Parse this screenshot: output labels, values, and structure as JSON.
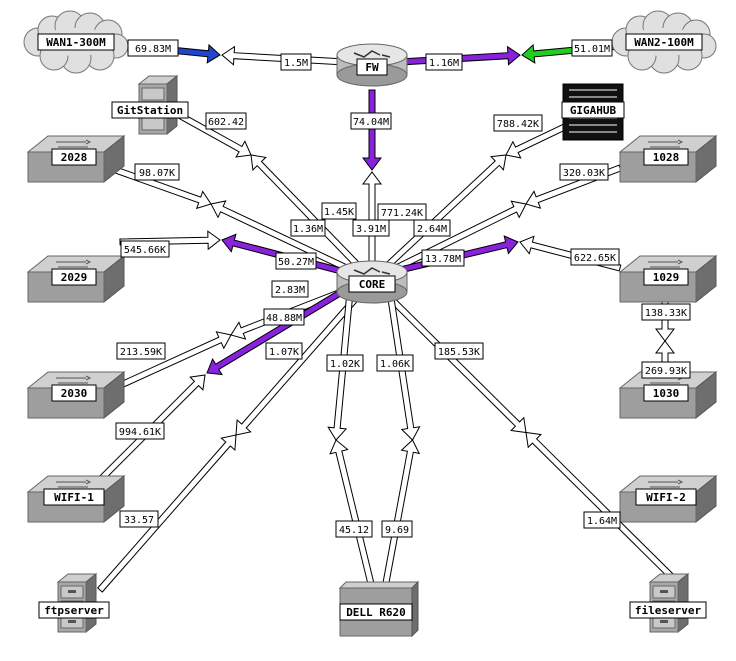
{
  "nodes": {
    "wan1": {
      "label": "WAN1-300M",
      "icon": "cloud-icon"
    },
    "wan2": {
      "label": "WAN2-100M",
      "icon": "cloud-icon"
    },
    "fw": {
      "label": "FW",
      "icon": "router-icon"
    },
    "core": {
      "label": "CORE",
      "icon": "router-icon"
    },
    "gitstation": {
      "label": "GitStation",
      "icon": "server-cabinet-icon"
    },
    "gigahub": {
      "label": "GIGAHUB",
      "icon": "hub-icon"
    },
    "sw2028": {
      "label": "2028",
      "icon": "switch-icon"
    },
    "sw1028": {
      "label": "1028",
      "icon": "switch-icon"
    },
    "sw2029": {
      "label": "2029",
      "icon": "switch-icon"
    },
    "sw1029": {
      "label": "1029",
      "icon": "switch-icon"
    },
    "sw2030": {
      "label": "2030",
      "icon": "switch-icon"
    },
    "sw1030": {
      "label": "1030",
      "icon": "switch-icon"
    },
    "wifi1": {
      "label": "WIFI-1",
      "icon": "switch-icon"
    },
    "wifi2": {
      "label": "WIFI-2",
      "icon": "switch-icon"
    },
    "ftpserver": {
      "label": "ftpserver",
      "icon": "server-cabinet-icon"
    },
    "dell": {
      "label": "DELL R620",
      "icon": "server-box-icon"
    },
    "fileserver": {
      "label": "fileserver",
      "icon": "server-cabinet-icon"
    }
  },
  "links": {
    "wan1_fw_in": "69.83M",
    "wan1_fw_out": "1.5M",
    "wan2_fw_in": "51.01M",
    "wan2_fw_out": "1.16M",
    "fw_core": "74.04M",
    "core_fw": "3.91M",
    "git_in": "602.42",
    "git_out": "1.45K",
    "gigahub_in": "788.42K",
    "gigahub_out": "771.24K",
    "sw2028_in": "98.07K",
    "sw2028_out": "1.36M",
    "sw1028_in": "320.03K",
    "sw1028_out": "2.64M",
    "sw2029_in": "545.66K",
    "sw2029_out": "50.27M",
    "sw1029_in": "622.65K",
    "sw1029_out": "13.78M",
    "sw2030_in": "213.59K",
    "sw2030_out": "2.83M",
    "wifi1_in": "994.61K",
    "wifi1_out": "48.88M",
    "ftp_in": "33.57",
    "ftp_out": "1.07K",
    "dell1_in": "45.12",
    "dell1_out": "1.02K",
    "dell2_in": "9.69",
    "dell2_out": "1.06K",
    "file_in": "1.64M",
    "file_out": "185.53K",
    "sw1030_a": "138.33K",
    "sw1030_b": "269.93K"
  },
  "colors": {
    "idle": "#ffffff",
    "wan1": "#2244cc",
    "wan2": "#22cc22",
    "high": "#8822dd"
  }
}
